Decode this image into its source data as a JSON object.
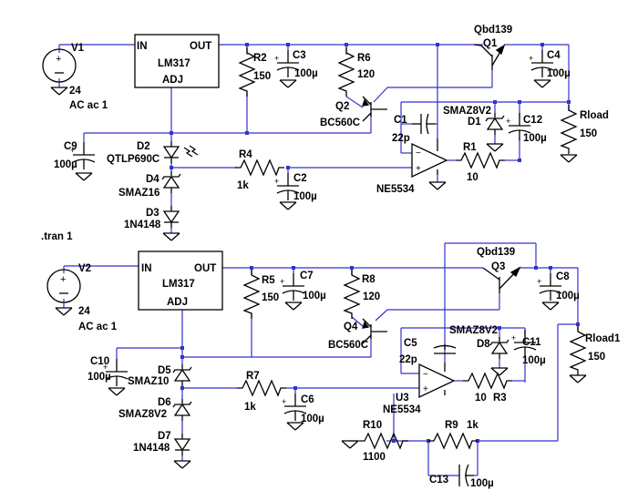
{
  "directive": ".tran 1",
  "top_circuit": {
    "v1": {
      "name": "V1",
      "value": "24",
      "extra": "AC ac 1"
    },
    "u1": {
      "name": "LM317",
      "pin_in": "IN",
      "pin_out": "OUT",
      "pin_adj": "ADJ"
    },
    "r2": {
      "name": "R2",
      "value": "150"
    },
    "c3": {
      "name": "C3",
      "value": "100µ"
    },
    "r6": {
      "name": "R6",
      "value": "120"
    },
    "q1": {
      "name": "Q1",
      "model": "Qbd139"
    },
    "c4": {
      "name": "C4",
      "value": "100µ"
    },
    "q2": {
      "name": "Q2",
      "model": "BC560C"
    },
    "c1": {
      "name": "C1",
      "value": "22p"
    },
    "d1": {
      "name": "D1",
      "model": "SMAZ8V2"
    },
    "c12": {
      "name": "C12",
      "value": "100µ"
    },
    "rload": {
      "name": "Rload",
      "value": "150"
    },
    "c9": {
      "name": "C9",
      "value": "100µ"
    },
    "d2": {
      "name": "D2",
      "model": "QTLP690C"
    },
    "r4": {
      "name": "R4",
      "value": "1k"
    },
    "c2": {
      "name": "C2",
      "value": "100µ"
    },
    "r1": {
      "name": "R1",
      "value": "10"
    },
    "u2": {
      "model": "NE5534"
    },
    "d4": {
      "name": "D4",
      "model": "SMAZ16"
    },
    "d3": {
      "name": "D3",
      "model": "1N4148"
    }
  },
  "bottom_circuit": {
    "v2": {
      "name": "V2",
      "value": "24",
      "extra": "AC ac 1"
    },
    "u4": {
      "name": "LM317",
      "pin_in": "IN",
      "pin_out": "OUT",
      "pin_adj": "ADJ"
    },
    "r5": {
      "name": "R5",
      "value": "150"
    },
    "c7": {
      "name": "C7",
      "value": "100µ"
    },
    "r8": {
      "name": "R8",
      "value": "120"
    },
    "q3": {
      "name": "Q3",
      "model": "Qbd139"
    },
    "c8": {
      "name": "C8",
      "value": "100µ"
    },
    "q4": {
      "name": "Q4",
      "model": "BC560C"
    },
    "c5": {
      "name": "C5",
      "value": "22p"
    },
    "d8": {
      "name": "D8",
      "model": "SMAZ8V2"
    },
    "c11": {
      "name": "C11",
      "value": "100µ"
    },
    "rload1": {
      "name": "Rload1",
      "value": "150"
    },
    "c10": {
      "name": "C10",
      "value": "100µ"
    },
    "d5": {
      "name": "D5",
      "model": "SMAZ10"
    },
    "r7": {
      "name": "R7",
      "value": "1k"
    },
    "c6": {
      "name": "C6",
      "value": "100µ"
    },
    "d6": {
      "name": "D6",
      "model": "SMAZ8V2"
    },
    "u3": {
      "name": "U3",
      "model": "NE5534"
    },
    "r3": {
      "name": "R3",
      "value": "10"
    },
    "d7": {
      "name": "D7",
      "model": "1N4148"
    },
    "r10": {
      "name": "R10",
      "value": "1100"
    },
    "r9": {
      "name": "R9",
      "value": "1k"
    },
    "c13": {
      "name": "C13",
      "value": "100µ"
    }
  }
}
